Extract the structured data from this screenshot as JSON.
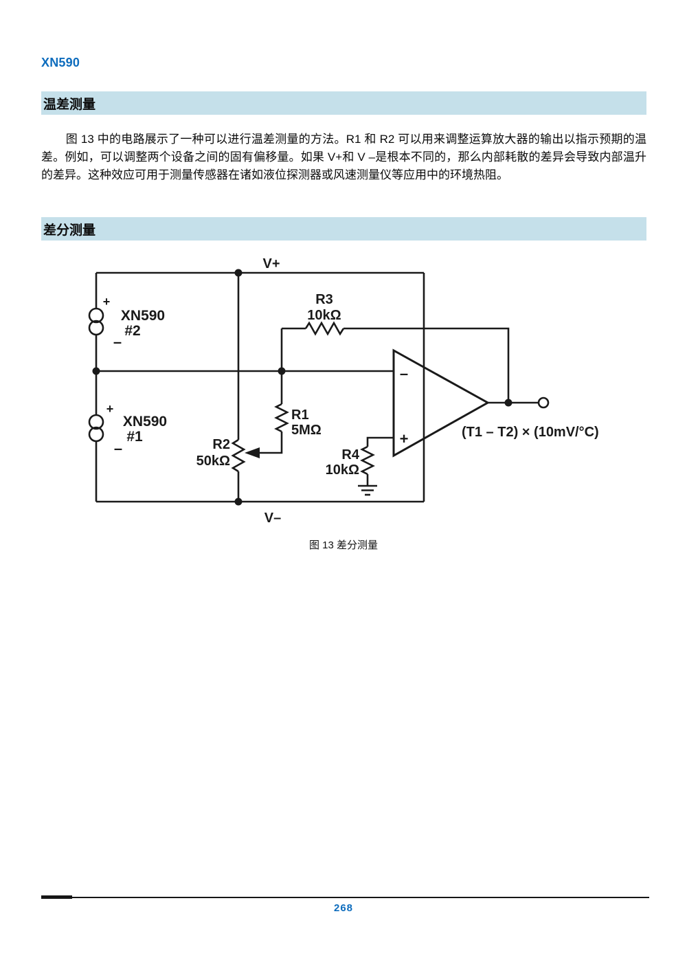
{
  "page": {
    "doc_id": "XN590",
    "page_number": "268"
  },
  "sections": [
    {
      "title": "温差测量"
    },
    {
      "title": "差分测量"
    }
  ],
  "paragraph": "图 13 中的电路展示了一种可以进行温差测量的方法。R1 和 R2 可以用来调整运算放大器的输出以指示预期的温差。例如，可以调整两个设备之间的固有偏移量。如果 V+和 V –是根本不同的，那么内部耗散的差异会导致内部温升的差异。这种效应可用于测量传感器在诸如液位探测器或风速测量仪等应用中的环境热阻。",
  "figure": {
    "caption": "图 13  差分测量",
    "labels": {
      "v_plus": "V+",
      "v_minus": "V–",
      "sensor2_plus": "+",
      "sensor2_minus": "–",
      "sensor2_name": "XN590",
      "sensor2_num": "#2",
      "sensor1_plus": "+",
      "sensor1_minus": "–",
      "sensor1_name": "XN590",
      "sensor1_num": "#1",
      "r1_name": "R1",
      "r1_value": "5MΩ",
      "r2_name": "R2",
      "r2_value": "50kΩ",
      "r3_name": "R3",
      "r3_value": "10kΩ",
      "r4_name": "R4",
      "r4_value": "10kΩ",
      "opamp_minus": "–",
      "opamp_plus": "+",
      "output_label": "(T1 – T2) × (10mV/°C)"
    }
  },
  "colors": {
    "accent_blue": "#0d6cbd",
    "section_bar_bg": "#c5e0ea",
    "circuit_line": "#1a1a1a",
    "body_text": "#0b0b0b"
  }
}
